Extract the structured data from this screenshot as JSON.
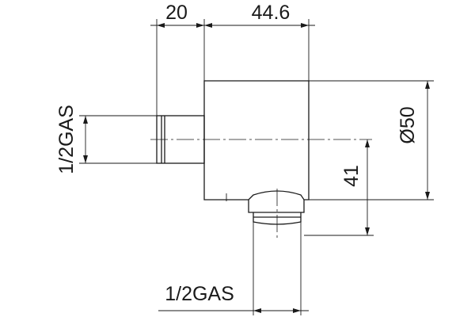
{
  "dimensions": {
    "inlet_length": "20",
    "body_length": "44.6",
    "body_diameter": "Ø50",
    "outlet_height": "41",
    "inlet_thread": "1/2GAS",
    "outlet_thread": "1/2GAS"
  }
}
